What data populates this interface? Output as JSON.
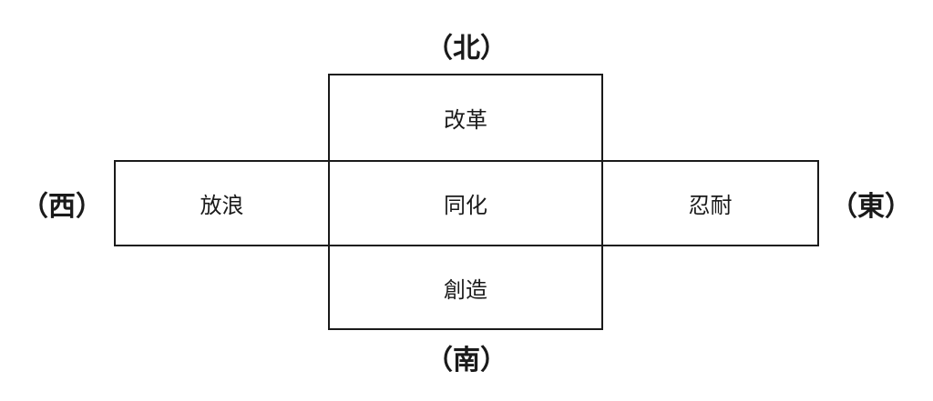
{
  "directions": {
    "north": "（北）",
    "south": "（南）",
    "west": "（西）",
    "east": "（東）"
  },
  "cells": {
    "north": "改革",
    "center": "同化",
    "south": "創造",
    "west": "放浪",
    "east": "忍耐"
  }
}
